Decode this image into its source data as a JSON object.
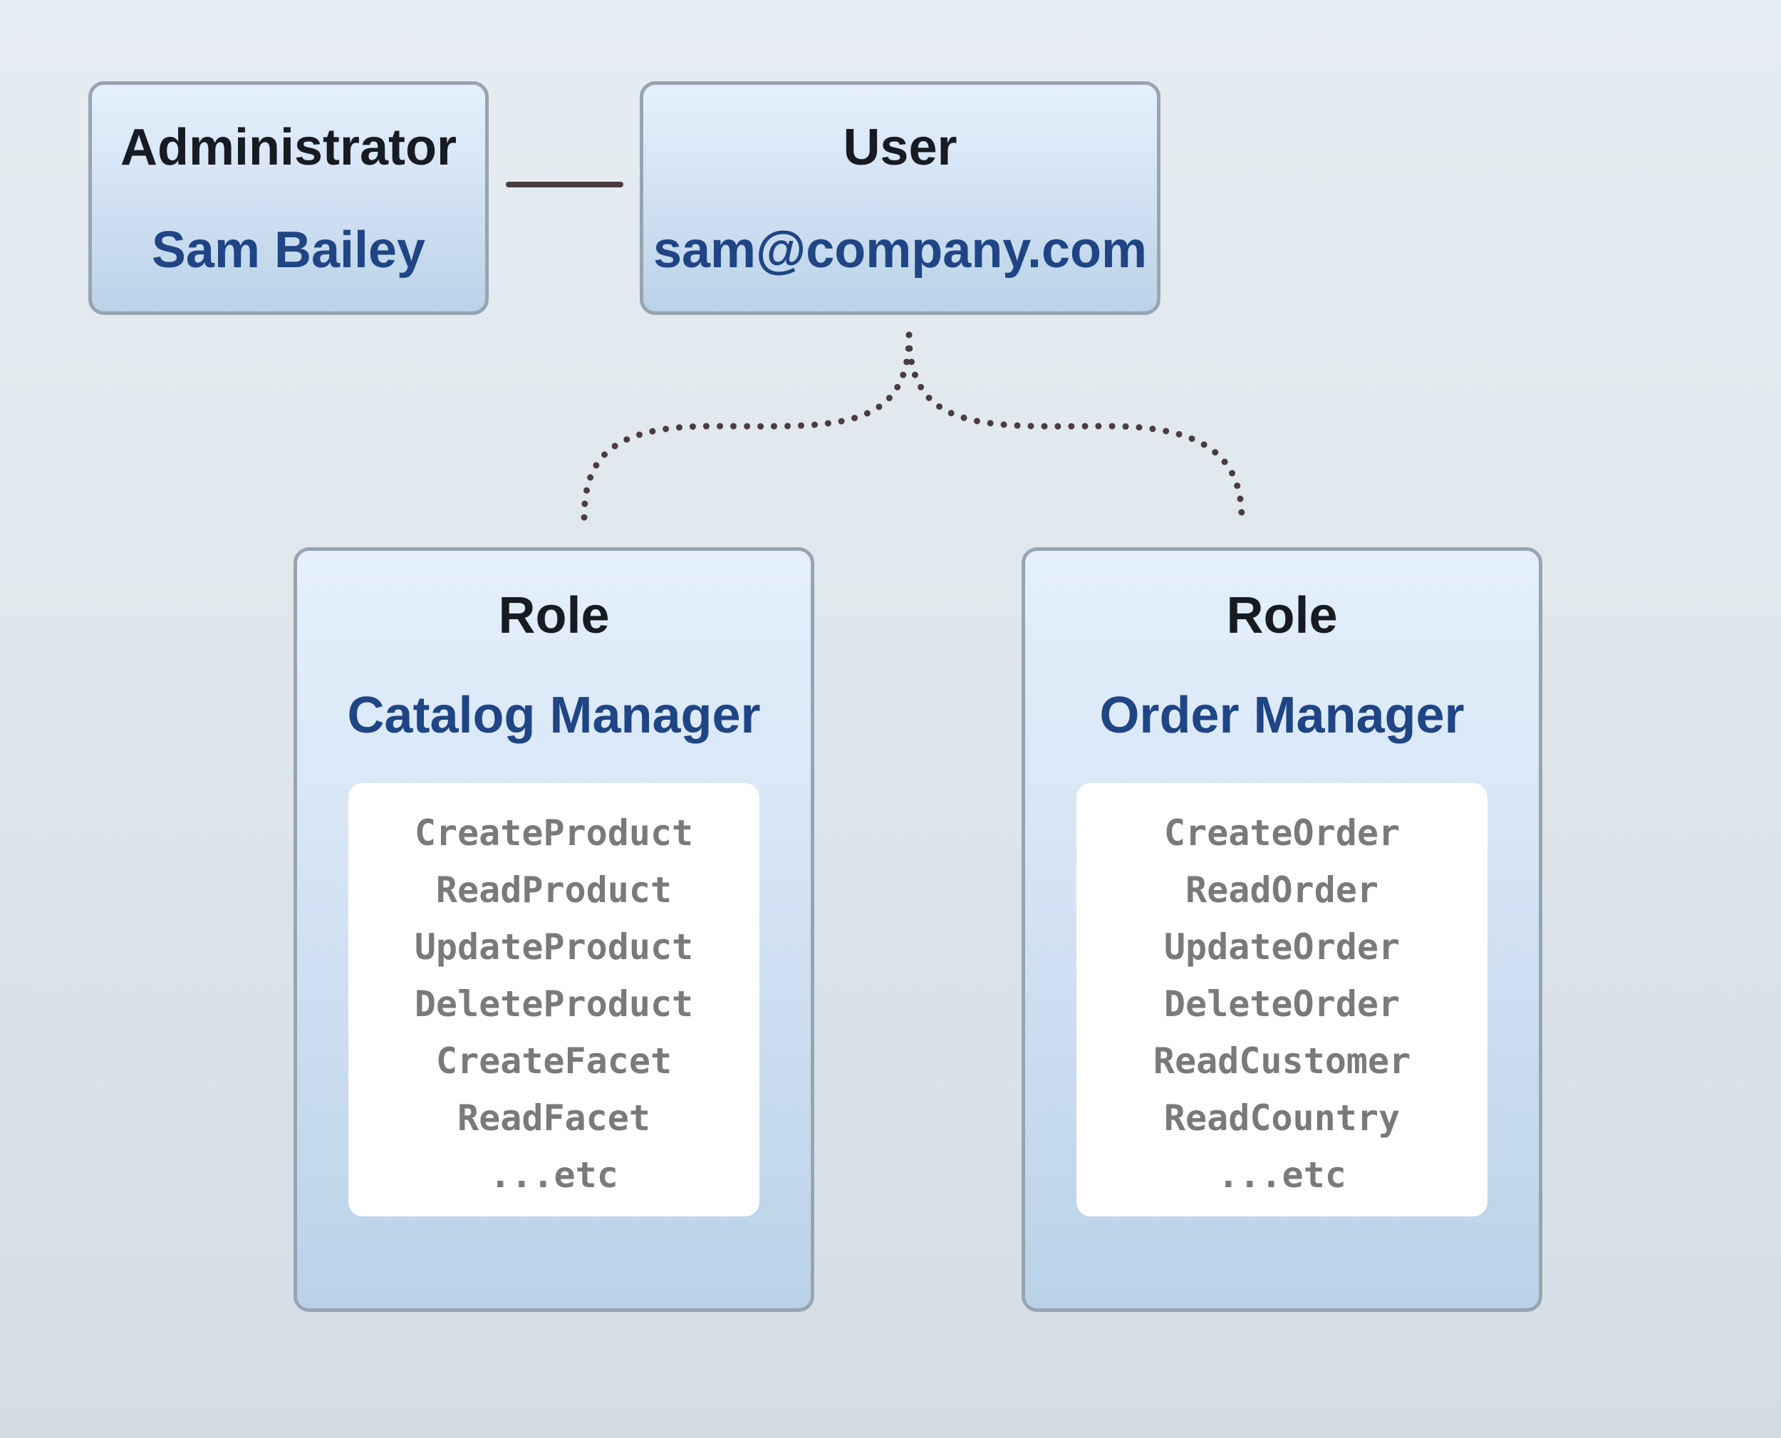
{
  "administrator": {
    "type_label": "Administrator",
    "name": "Sam Bailey"
  },
  "user": {
    "type_label": "User",
    "email": "sam@company.com"
  },
  "roles": [
    {
      "type_label": "Role",
      "name": "Catalog Manager",
      "permissions": [
        "CreateProduct",
        "ReadProduct",
        "UpdateProduct",
        "DeleteProduct",
        "CreateFacet",
        "ReadFacet",
        "...etc"
      ]
    },
    {
      "type_label": "Role",
      "name": "Order Manager",
      "permissions": [
        "CreateOrder",
        "ReadOrder",
        "UpdateOrder",
        "DeleteOrder",
        "ReadCustomer",
        "ReadCountry",
        "...etc"
      ]
    }
  ],
  "colors": {
    "box_border": "#97a5b2",
    "value_text": "#1f4585",
    "type_text": "#171b22",
    "permission_text": "#7a7a7a",
    "connector": "#4a3c40"
  }
}
